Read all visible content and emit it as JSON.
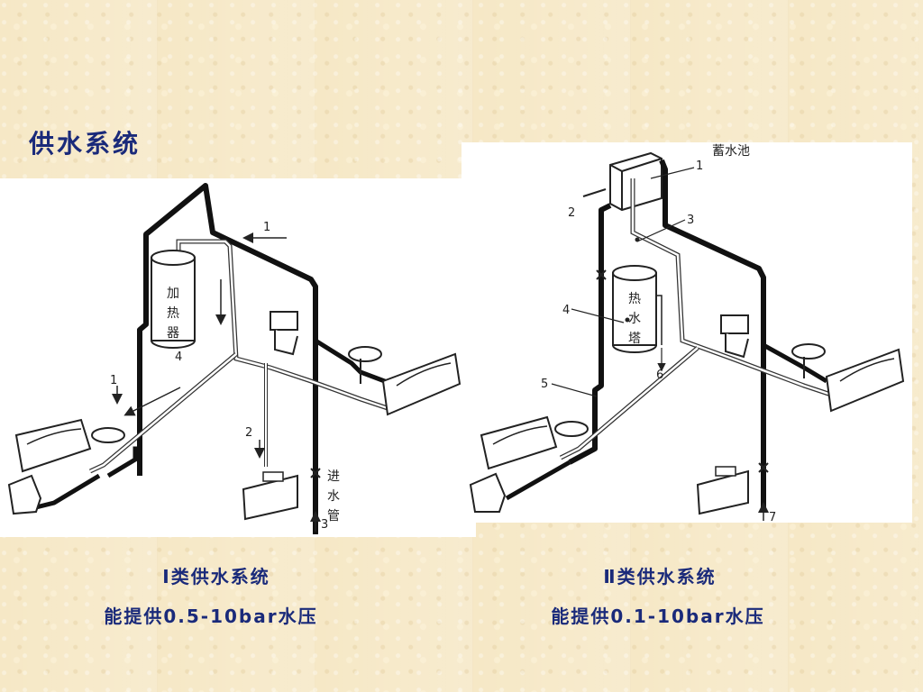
{
  "title": "供水系统",
  "left_diagram": {
    "heater_label": "加热器",
    "inlet_label": "进水管",
    "numbers": [
      "1",
      "1",
      "2",
      "3",
      "4"
    ]
  },
  "right_diagram": {
    "tank_label": "蓄水池",
    "tower_label": "热水塔",
    "numbers": [
      "1",
      "2",
      "3",
      "4",
      "5",
      "6",
      "7"
    ]
  },
  "captions": {
    "left_title": "Ⅰ类供水系统",
    "left_pressure": "能提供0.5-10bar水压",
    "right_title": "Ⅱ类供水系统",
    "right_pressure": "能提供0.1-10bar水压"
  }
}
